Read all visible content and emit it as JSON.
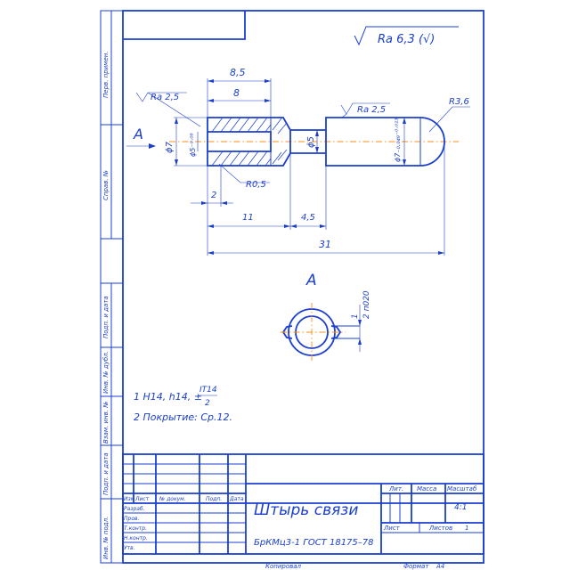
{
  "sheet": {
    "surface_finish": "Ra 6,3 (√)",
    "side_column": {
      "perv_primen": "Перв. примен.",
      "sprav_no": "Справ. №",
      "podp_data_1": "Подп. и дата",
      "inv_dubl": "Инв. № дубл.",
      "vzam_inv": "Взам. инв. №",
      "podp_data_2": "Подп. и дата",
      "inv_podl": "Инв. № подл."
    },
    "view_label": "A",
    "dims": {
      "d_8_5": "8,5",
      "d_8": "8",
      "ra_left": "Ra 2,5",
      "ra_right": "Ra 2,5",
      "phi7": "ϕ7",
      "phi5_hole": "ϕ5⁻⁰·⁰⁸",
      "phi5": "ϕ5",
      "phi7_shaft": "ϕ7₋₀.₀₄₉⁻⁰·⁰¹³",
      "r3_6": "R3,6",
      "r0_5": "R0,5",
      "d_2": "2",
      "d_11": "11",
      "d_4_5": "4,5",
      "d_31": "31",
      "d_1": "1",
      "d_2_slot": "2 п020"
    },
    "notes": {
      "n1_a": "1  H14, h14, ±",
      "n1_frac_top": "IT14",
      "n1_frac_bot": "2",
      "n2": "2  Покрытие: Ср.12."
    },
    "title_block": {
      "izm": "Изм",
      "list": "Лист",
      "doc_no": "№ докум.",
      "podp": "Подп.",
      "data": "Дата",
      "razrab": "Разраб.",
      "prov": "Пров.",
      "t_kontr": "Т.контр.",
      "n_kontr": "Н.контр.",
      "utv": "Утв.",
      "name": "Штырь связи",
      "material": "БрКМц3-1 ГОСТ 18175–78",
      "lit": "Лит.",
      "massa": "Масса",
      "masshtab": "Масштаб",
      "scale": "4:1",
      "list_label": "Лист",
      "listov": "Листов",
      "listov_val": "1",
      "copied": "Копировал",
      "format": "Формат",
      "format_val": "А4"
    }
  }
}
